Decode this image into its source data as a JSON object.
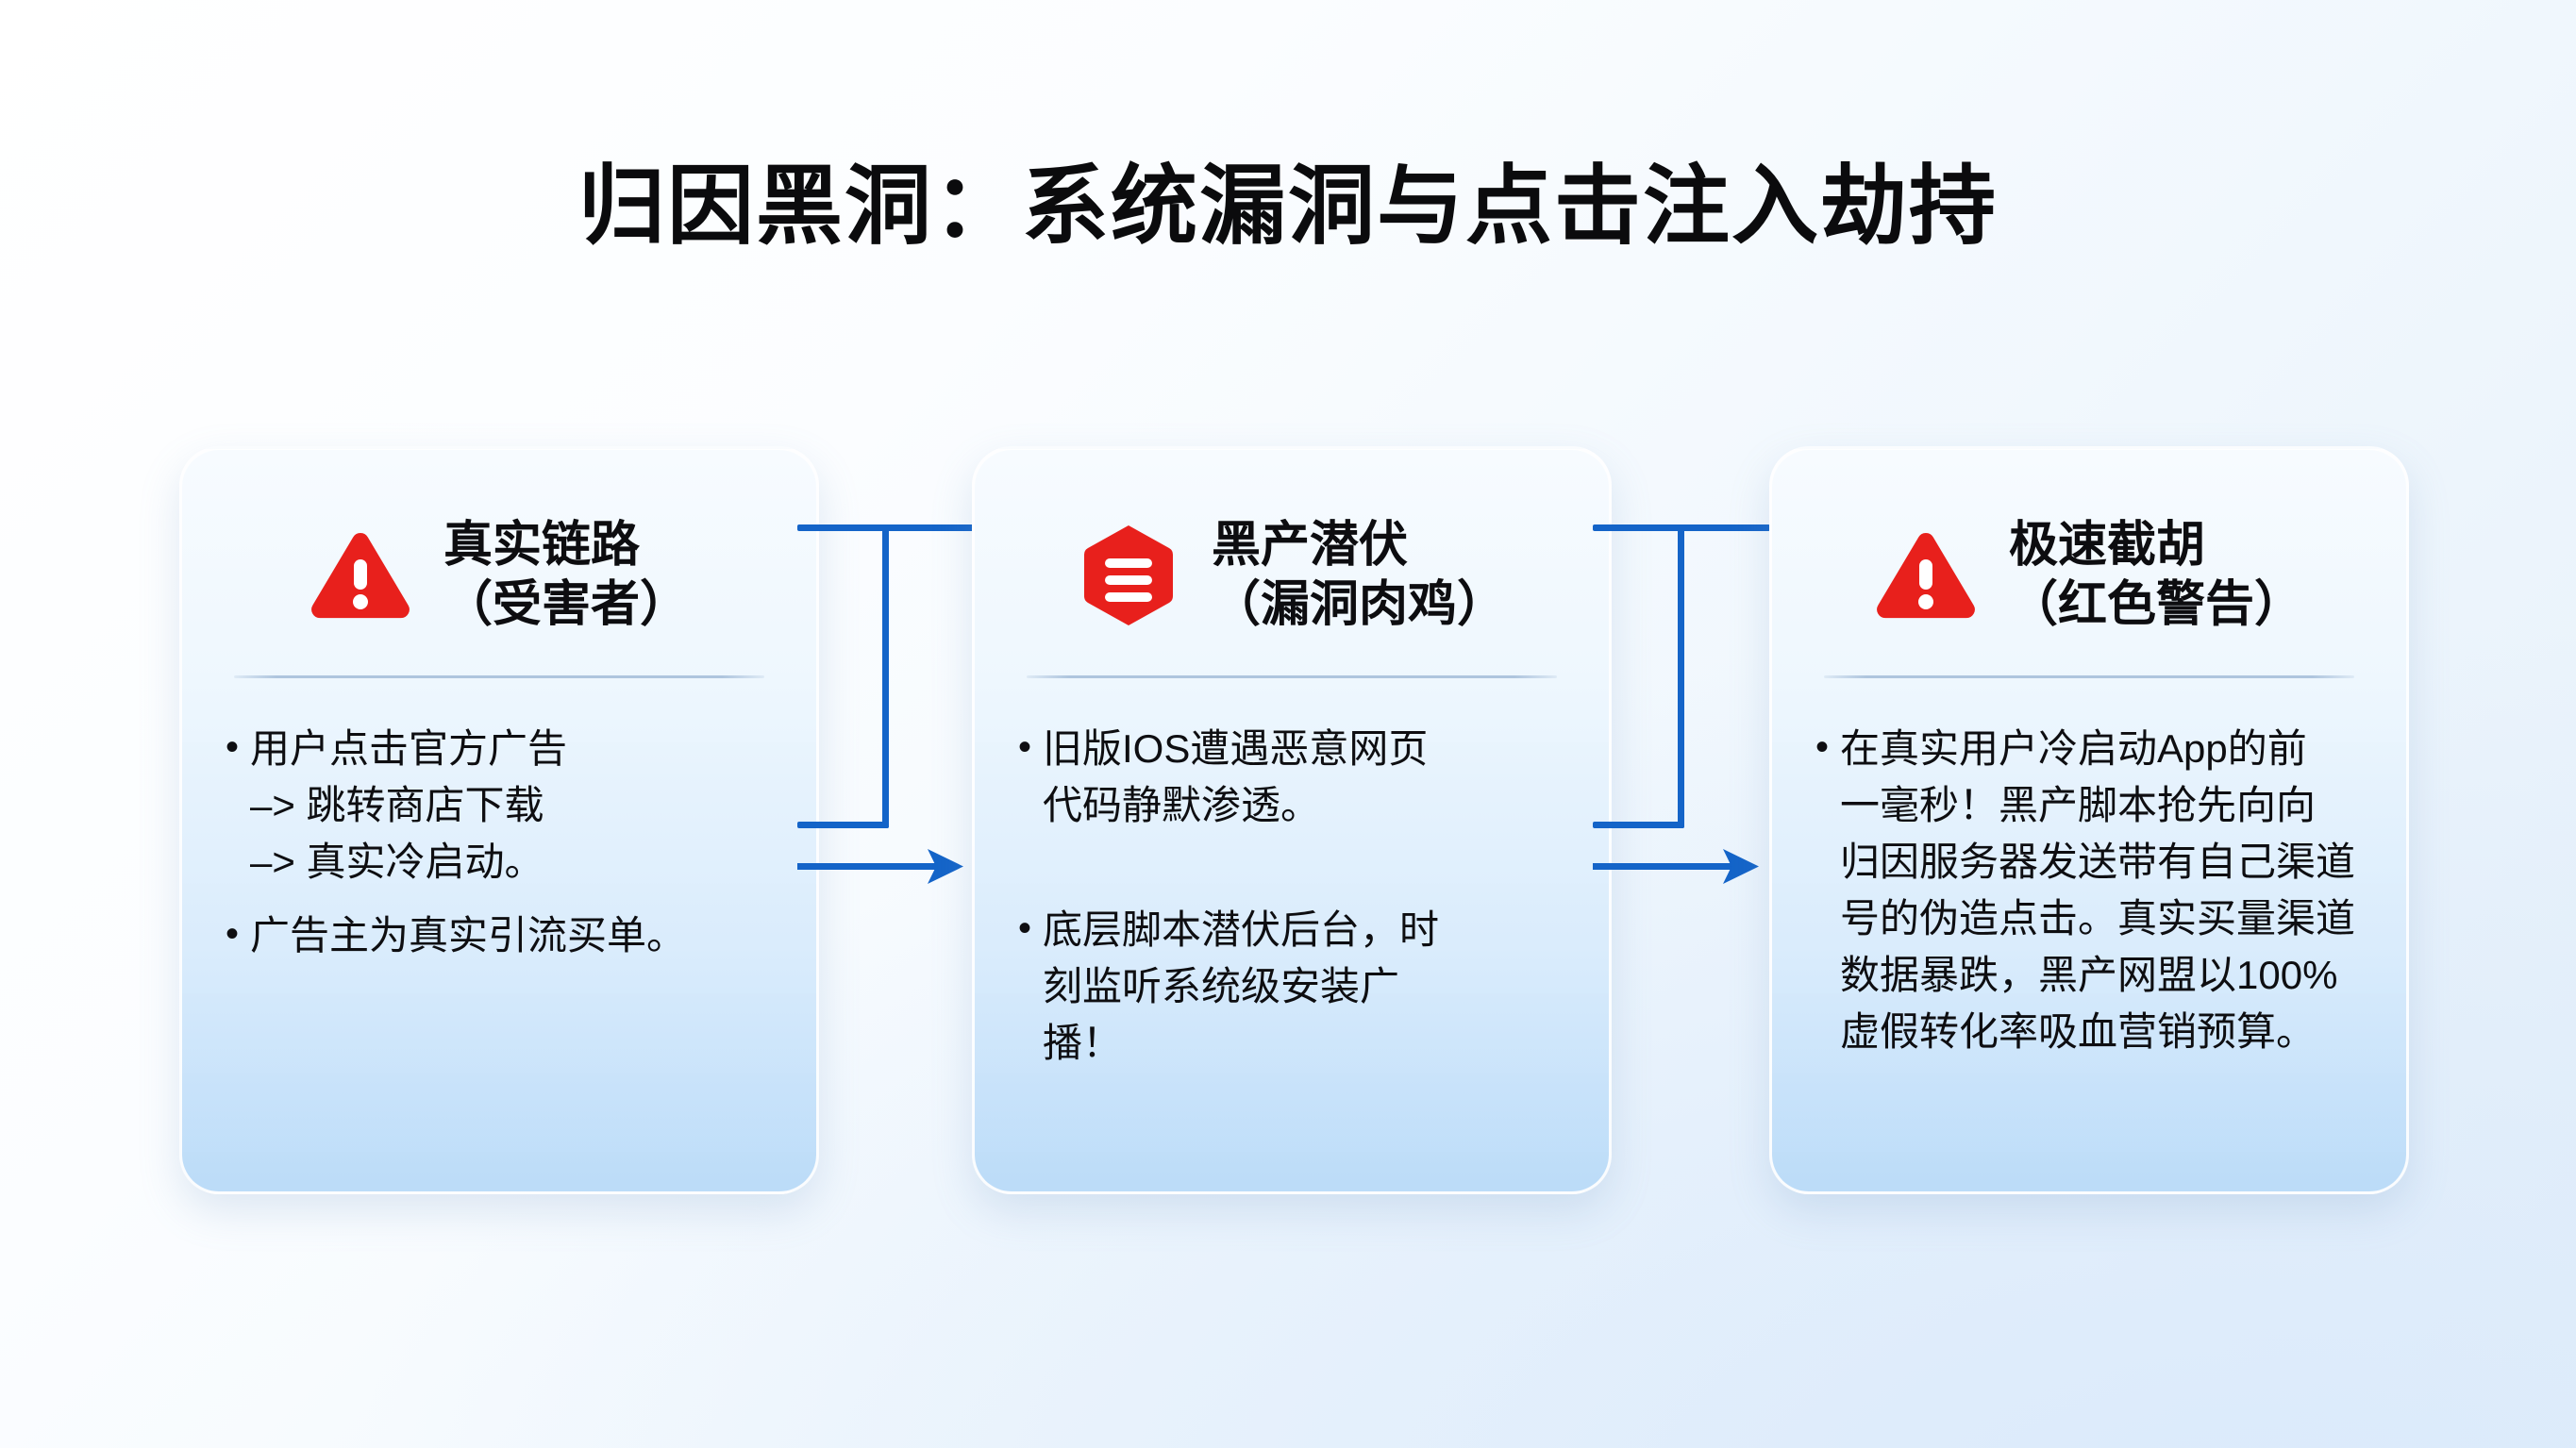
{
  "slide": {
    "title": "归因黑洞：系统漏洞与点击注入劫持",
    "accent_blue": "#1464c8",
    "accent_red": "#e8201c",
    "background_from": "#ffffff",
    "background_to": "#e4eff9"
  },
  "cards": [
    {
      "icon": "warning-triangle-icon",
      "title_line1": "真实链路",
      "title_line2": "（受害者）",
      "bullets": [
        "用户点击官方广告\n–> 跳转商店下载\n–> 真实冷启动。",
        "广告主为真实引流买单。"
      ]
    },
    {
      "icon": "hexagon-lines-icon",
      "title_line1": "黑产潜伏",
      "title_line2": "（漏洞肉鸡）",
      "bullets": [
        "旧版IOS遭遇恶意网页\n代码静默渗透。",
        "底层脚本潜伏后台，时\n刻监听系统级安装广\n播！"
      ]
    },
    {
      "icon": "warning-triangle-icon",
      "title_line1": "极速截胡",
      "title_line2": "（红色警告）",
      "bullets": [
        "在真实用户冷启动App的前\n一毫秒！黑产脚本抢先向向\n归因服务器发送带有自己渠道\n号的伪造点击。真实买量渠道\n数据暴跌，黑产网盟以100%\n虚假转化率吸血营销预算。"
      ]
    }
  ],
  "connectors": [
    {
      "name": "connector-card1-to-card2",
      "arrow": "arrow-right-icon"
    },
    {
      "name": "connector-card2-to-card3",
      "arrow": "arrow-right-icon"
    }
  ]
}
